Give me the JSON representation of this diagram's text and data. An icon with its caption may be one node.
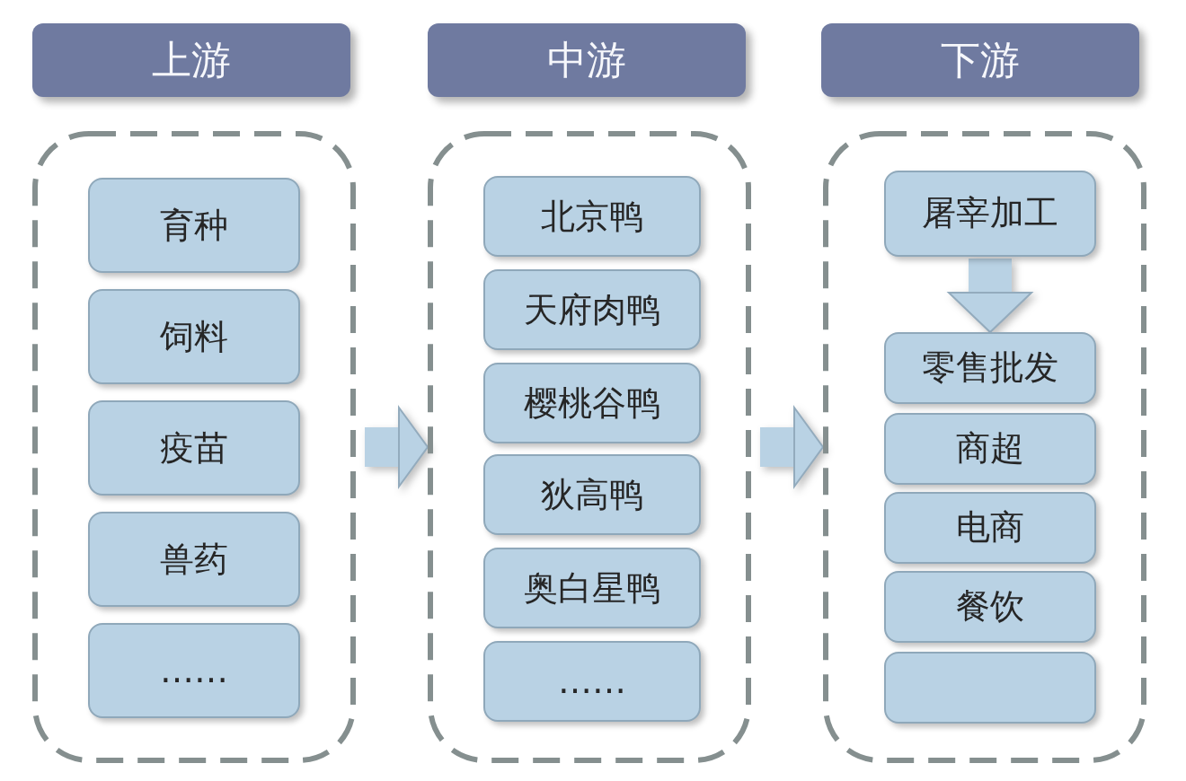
{
  "diagram": {
    "nodes": [
      {
        "text": [
          "上游"
        ]
      },
      {
        "text": [
          "中游"
        ]
      },
      {
        "text": [
          "下游"
        ]
      },
      {
        "text": [],
        "shape": "box"
      },
      {
        "text": [
          "育种"
        ],
        "in": 3
      },
      {
        "text": [
          "饲料"
        ],
        "in": 3
      },
      {
        "text": [
          "疫苗"
        ],
        "in": 3
      },
      {
        "text": [
          "兽药"
        ],
        "in": 3
      },
      {
        "text": [
          "……"
        ],
        "in": 3
      },
      {
        "text": [],
        "shape": "box"
      },
      {
        "text": [
          "北京鸭"
        ],
        "in": 9
      },
      {
        "text": [
          "天府肉鸭"
        ],
        "in": 9
      },
      {
        "text": [
          "樱桃谷鸭"
        ],
        "in": 9
      },
      {
        "text": [
          "狄高鸭"
        ],
        "in": 9
      },
      {
        "text": [
          "奥白星鸭"
        ],
        "in": 9
      },
      {
        "text": [
          "……"
        ],
        "in": 9
      },
      {
        "text": [],
        "shape": "box"
      },
      {
        "text": [
          "屠宰加工"
        ],
        "in": 16
      },
      {
        "text": [
          "零售批发"
        ],
        "in": 16
      },
      {
        "text": [
          "商超"
        ],
        "in": 16
      },
      {
        "text": [
          "电商"
        ],
        "in": 16
      },
      {
        "text": [
          "餐饮"
        ],
        "in": 16
      },
      {
        "text": [],
        "shape": "box",
        "in": 16
      }
    ],
    "edges": [
      {
        "from": 3,
        "to": 9,
        "arrow": "to"
      },
      {
        "from": 9,
        "to": 16,
        "arrow": "to"
      },
      {
        "from": 17,
        "to": 18,
        "arrow": "to"
      }
    ]
  }
}
